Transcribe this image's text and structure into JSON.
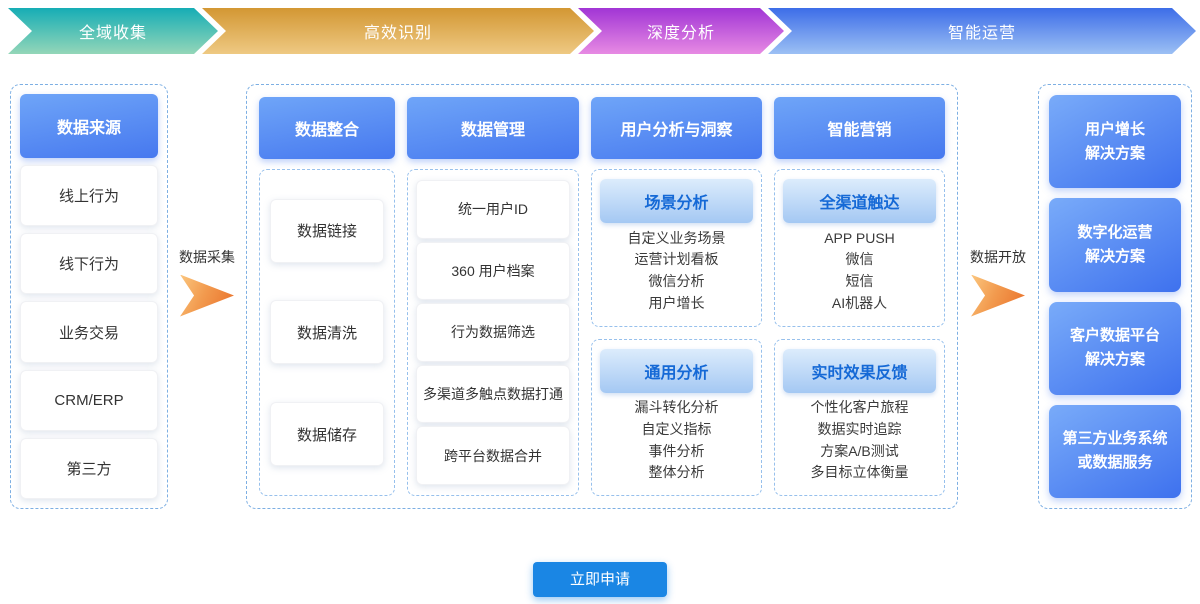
{
  "banners": {
    "items": [
      {
        "label": "全域收集",
        "color_top": "#16adb5",
        "color_bottom": "#94d6b8"
      },
      {
        "label": "高效识别",
        "color_top": "#d39733",
        "color_bottom": "#eec983"
      },
      {
        "label": "深度分析",
        "color_top": "#a135d5",
        "color_bottom": "#e78ae3"
      },
      {
        "label": "智能运营",
        "color_top": "#3d6de8",
        "color_bottom": "#9cc0f4"
      }
    ]
  },
  "left_panel": {
    "header": "数据来源",
    "items": [
      "线上行为",
      "线下行为",
      "业务交易",
      "CRM/ERP",
      "第三方"
    ]
  },
  "arrows": {
    "collect_label": "数据采集",
    "open_label": "数据开放",
    "arrow_color": "#ee7a33"
  },
  "middle_panel": {
    "columns": [
      {
        "header": "数据整合",
        "items": [
          "数据链接",
          "数据清洗",
          "数据储存"
        ]
      },
      {
        "header": "数据管理",
        "items": [
          "统一用户ID",
          "360 用户档案",
          "行为数据筛选",
          "多渠道多触点数据打通",
          "跨平台数据合并"
        ]
      },
      {
        "header": "用户分析与洞察",
        "groups": [
          {
            "title": "场景分析",
            "items": [
              "自定义业务场景",
              "运营计划看板",
              "微信分析",
              "用户增长"
            ]
          },
          {
            "title": "通用分析",
            "items": [
              "漏斗转化分析",
              "自定义指标",
              "事件分析",
              "整体分析"
            ]
          }
        ]
      },
      {
        "header": "智能营销",
        "groups": [
          {
            "title": "全渠道触达",
            "items": [
              "APP PUSH",
              "微信",
              "短信",
              "AI机器人"
            ]
          },
          {
            "title": "实时效果反馈",
            "items": [
              "个性化客户旅程",
              "数据实时追踪",
              "方案A/B测试",
              "多目标立体衡量"
            ]
          }
        ]
      }
    ]
  },
  "right_panel": {
    "items": [
      {
        "line1": "用户增长",
        "line2": "解决方案"
      },
      {
        "line1": "数字化运营",
        "line2": "解决方案"
      },
      {
        "line1": "客户数据平台",
        "line2": "解决方案"
      },
      {
        "line1": "第三方业务系统",
        "line2": "或数据服务"
      }
    ]
  },
  "cta": {
    "label": "立即申请",
    "color": "#1a86e4"
  },
  "accent_colors": {
    "header_blue_top": "#6fa5f8",
    "header_blue_bottom": "#4678ef",
    "subheader_bg_top": "#dcecfc",
    "subheader_bg_bottom": "#a4c8f3",
    "subheader_text": "#1569d6",
    "dashed_border": "#7dafe3"
  }
}
